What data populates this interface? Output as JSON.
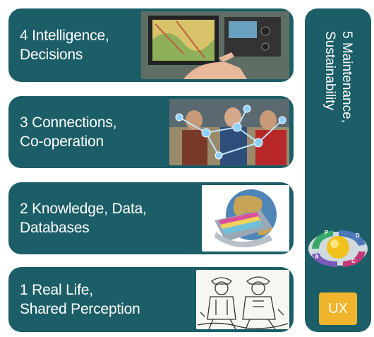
{
  "layers": [
    {
      "label": "4 Intelligence,\nDecisions"
    },
    {
      "label": "3 Connections,\nCo-operation"
    },
    {
      "label": "2 Knowledge, Data,\nDatabases"
    },
    {
      "label": "1 Real Life,\nShared Perception"
    }
  ],
  "side": {
    "label": "5 Maintenance,\nSustainability",
    "cycle_letters": [
      "P",
      "D",
      "C",
      "A"
    ],
    "ux_label": "UX"
  },
  "colors": {
    "panel": "#1c5e67",
    "text": "#ffffff",
    "ux": "#f1b42d"
  },
  "icons": [
    "tablet-gps-photo",
    "people-network-photo",
    "globe-file-drawer-icon",
    "farmers-sketch",
    "pdca-cycle-icon"
  ]
}
